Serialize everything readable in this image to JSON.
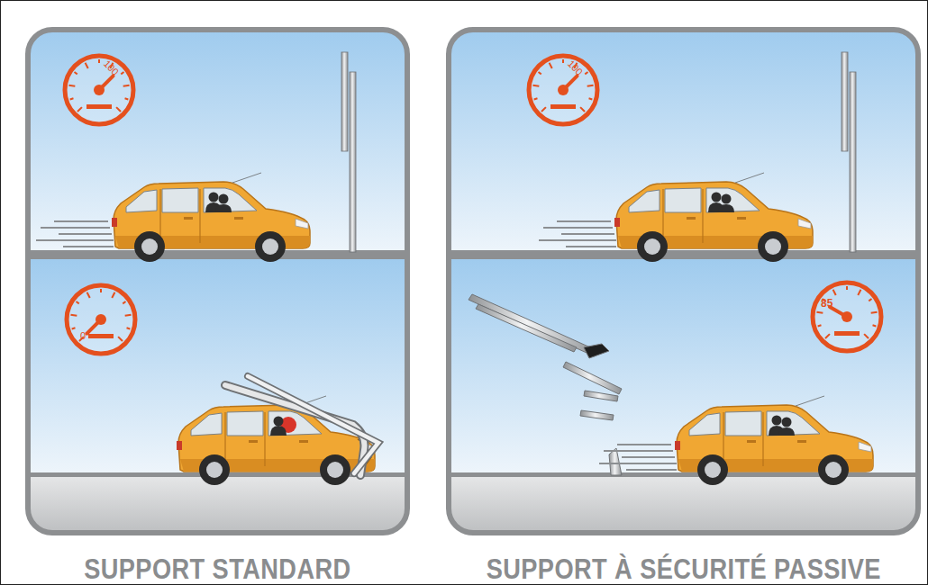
{
  "diagram": {
    "nodes": [
      {
        "text": [
          "SUPPORT STANDARD"
        ]
      },
      {
        "text": [
          "100"
        ],
        "in": 0
      },
      {
        "text": [
          "0"
        ],
        "in": 0
      },
      {
        "text": [
          "SUPPORT À SÉCURITÉ PASSIVE"
        ]
      },
      {
        "text": [
          "100"
        ],
        "in": 3
      },
      {
        "text": [
          "85"
        ],
        "in": 3
      }
    ]
  }
}
